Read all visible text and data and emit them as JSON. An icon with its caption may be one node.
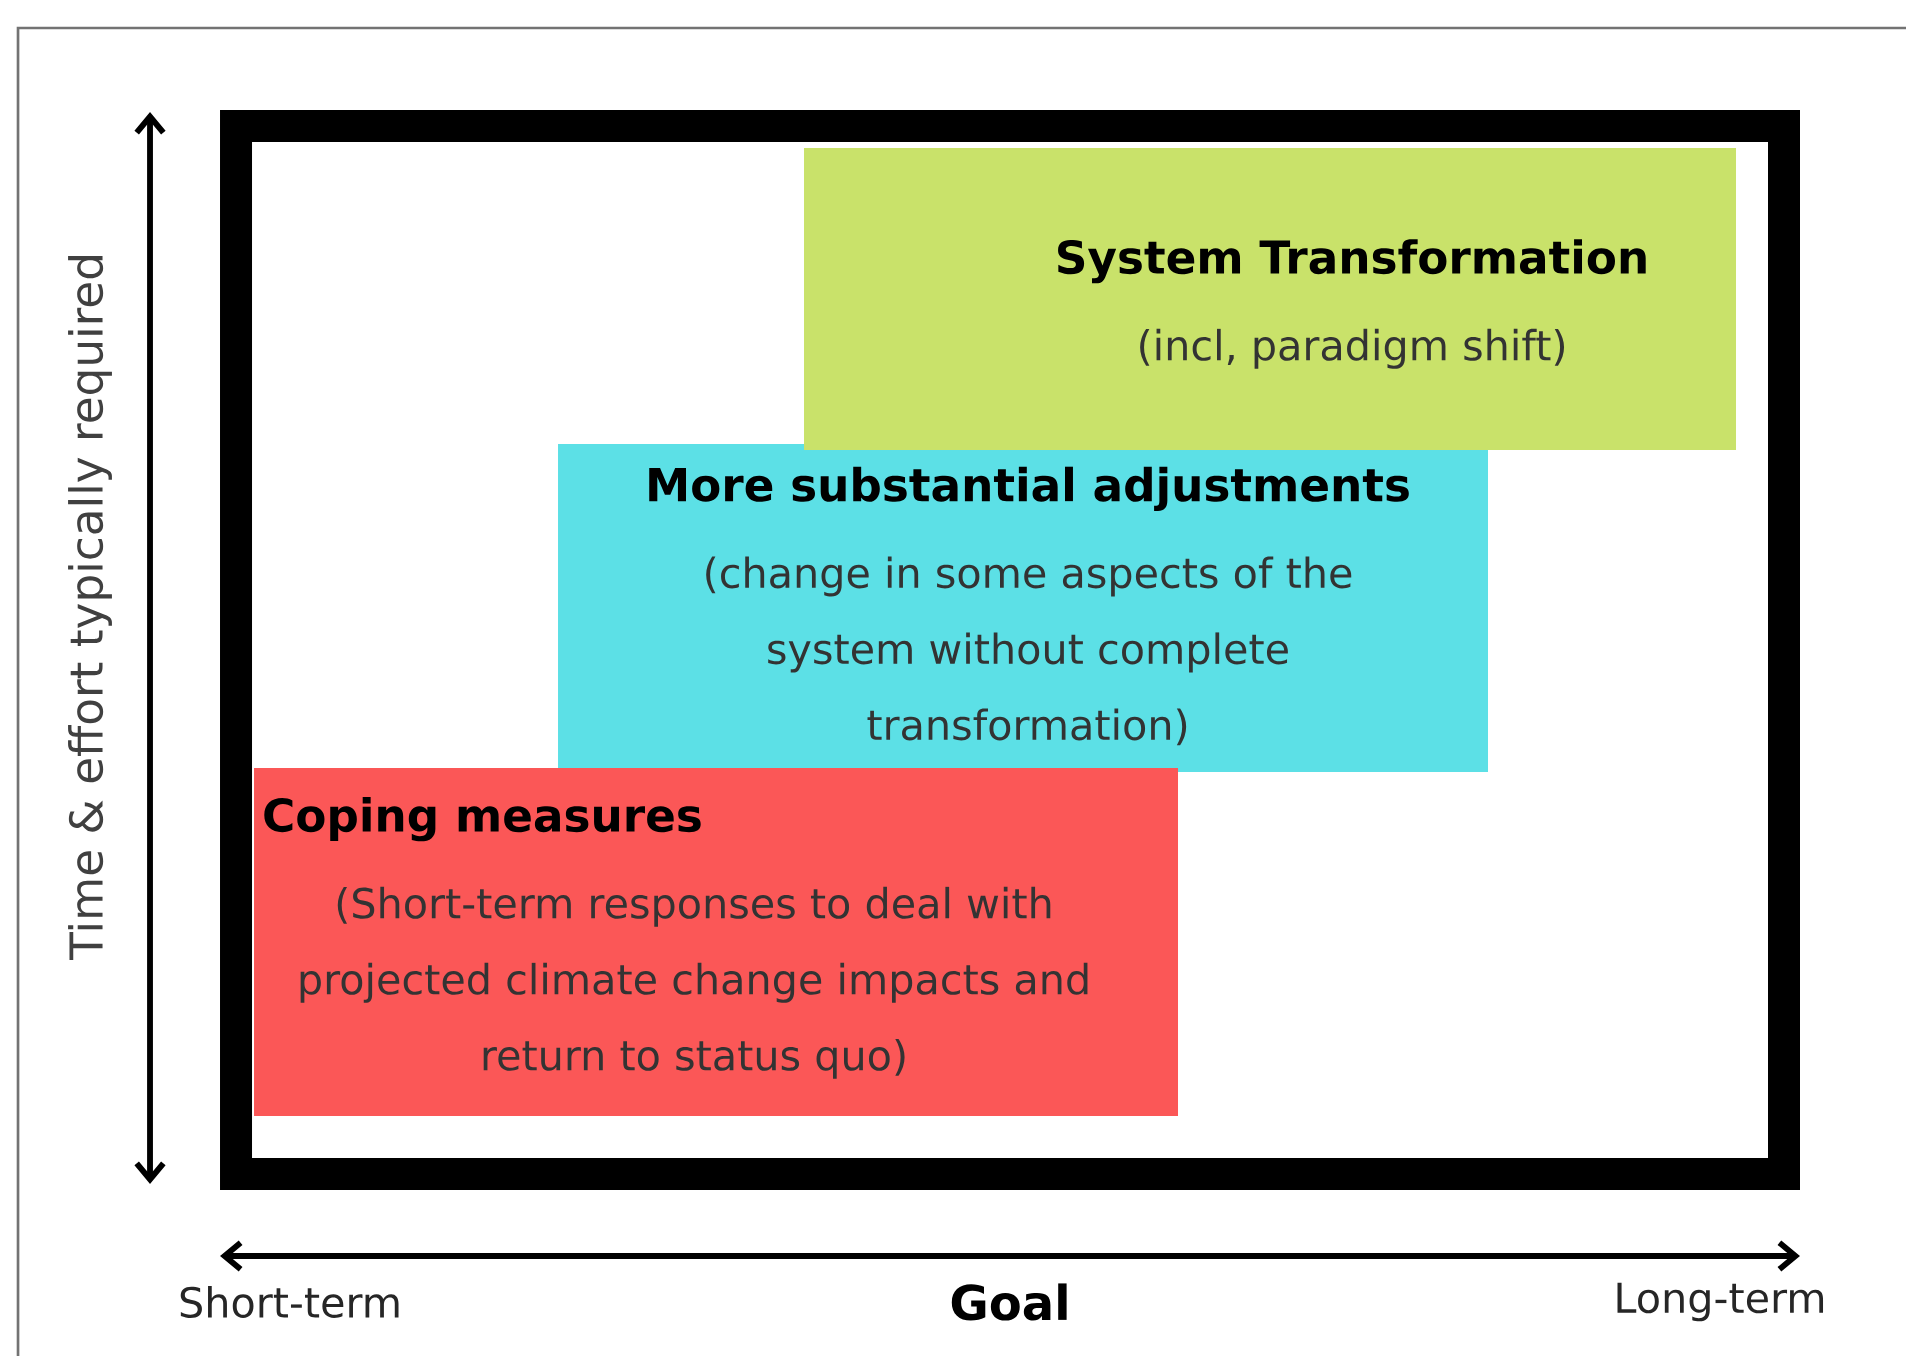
{
  "diagram": {
    "nodes": [
      {
        "text": [],
        "shape": "box"
      },
      {
        "text": [
          "System  Transformation",
          "(incl, paradigm shift)"
        ],
        "in": 0
      },
      {
        "text": [
          "More substantial adjustments",
          "(change in some aspects of the system without complete transformation)"
        ],
        "in": 0
      },
      {
        "text": [
          "Coping measures",
          "(Short-term responses to deal with projected climate change impacts and return to status quo)"
        ],
        "in": 0
      }
    ],
    "labels": [
      "Time & effort typically required",
      "Short-term",
      "Goal",
      "Long-term"
    ]
  }
}
